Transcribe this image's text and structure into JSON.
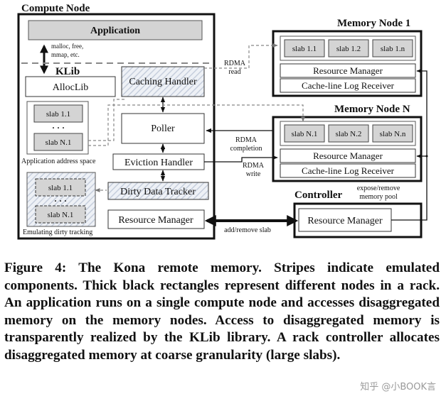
{
  "compute_node": {
    "title": "Compute Node",
    "application": "Application",
    "api_line1": "malloc, free,",
    "api_line2": "mmap, etc.",
    "klib": "KLib",
    "alloclib": "AllocLib",
    "caching_handler": "Caching Handler",
    "poller": "Poller",
    "eviction_handler": "Eviction Handler",
    "dirty_data_tracker": "Dirty Data Tracker",
    "resource_manager": "Resource Manager",
    "app_space_slab_1": "slab 1.1",
    "app_space_dots": "· · ·",
    "app_space_slab_n": "slab N.1",
    "app_space_label": "Application address space",
    "dirty_slab_1": "slab 1.1",
    "dirty_dots": "· · ·",
    "dirty_slab_n": "slab N.1",
    "dirty_label": "Emulating dirty tracking"
  },
  "memory_node_1": {
    "title": "Memory Node 1",
    "slabs": [
      "slab 1.1",
      "slab 1.2",
      "slab 1.n"
    ],
    "resource_manager": "Resource Manager",
    "log_receiver": "Cache-line Log Receiver"
  },
  "memory_node_n": {
    "title": "Memory Node N",
    "slabs": [
      "slab N.1",
      "slab N.2",
      "slab N.n"
    ],
    "resource_manager": "Resource Manager",
    "log_receiver": "Cache-line Log Receiver"
  },
  "controller": {
    "title": "Controller",
    "resource_manager": "Resource Manager",
    "expose_line1": "expose/remove",
    "expose_line2": "memory pool"
  },
  "arrows": {
    "rdma_read_1": "RDMA",
    "rdma_read_2": "read",
    "rdma_completion_1": "RDMA",
    "rdma_completion_2": "completion",
    "rdma_write_1": "RDMA",
    "rdma_write_2": "write",
    "add_remove_slab": "add/remove slab"
  },
  "caption": "Figure 4: The Kona remote memory. Stripes indicate emulated components. Thick black rectangles represent different nodes in a rack. An application runs on a single compute node and accesses disaggregated memory on the memory nodes. Access to disaggregated memory is transparently realized by the KLib library. A rack controller allocates disaggregated memory at coarse granularity (large slabs).",
  "watermark": "知乎 @小BOOK言"
}
